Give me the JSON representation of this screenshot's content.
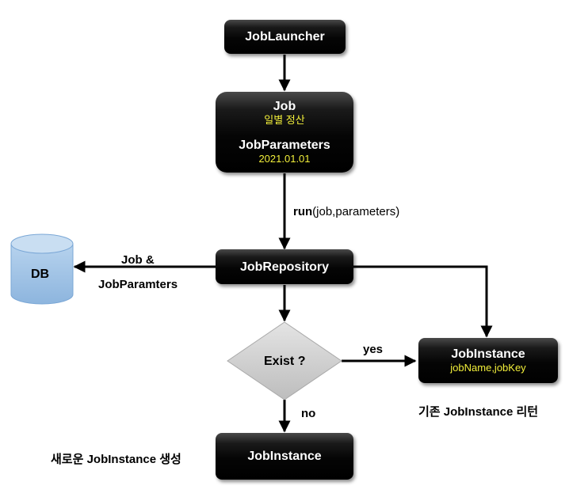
{
  "nodes": {
    "job_launcher": {
      "title": "JobLauncher"
    },
    "job": {
      "title": "Job",
      "subtitle": "일별 정산",
      "params_title": "JobParameters",
      "params_value": "2021.01.01"
    },
    "job_repository": {
      "title": "JobRepository"
    },
    "db": {
      "label": "DB"
    },
    "exist": {
      "label": "Exist ?"
    },
    "job_instance_existing": {
      "title": "JobInstance",
      "subtitle": "jobName,jobKey"
    },
    "job_instance_new": {
      "title": "JobInstance"
    }
  },
  "edges": {
    "run_bold": "run",
    "run_args": "(job,parameters)",
    "db_label_line1": "Job &",
    "db_label_line2": "JobParamters",
    "yes": "yes",
    "no": "no"
  },
  "annotations": {
    "existing": "기존 JobInstance 리턴",
    "new": "새로운 JobInstance 생성"
  },
  "colors": {
    "box_fill": "#000000",
    "subtitle_text": "#f2ef3a",
    "db_fill": "#9dc3e6",
    "diamond_fill": "#d0d0d0"
  }
}
